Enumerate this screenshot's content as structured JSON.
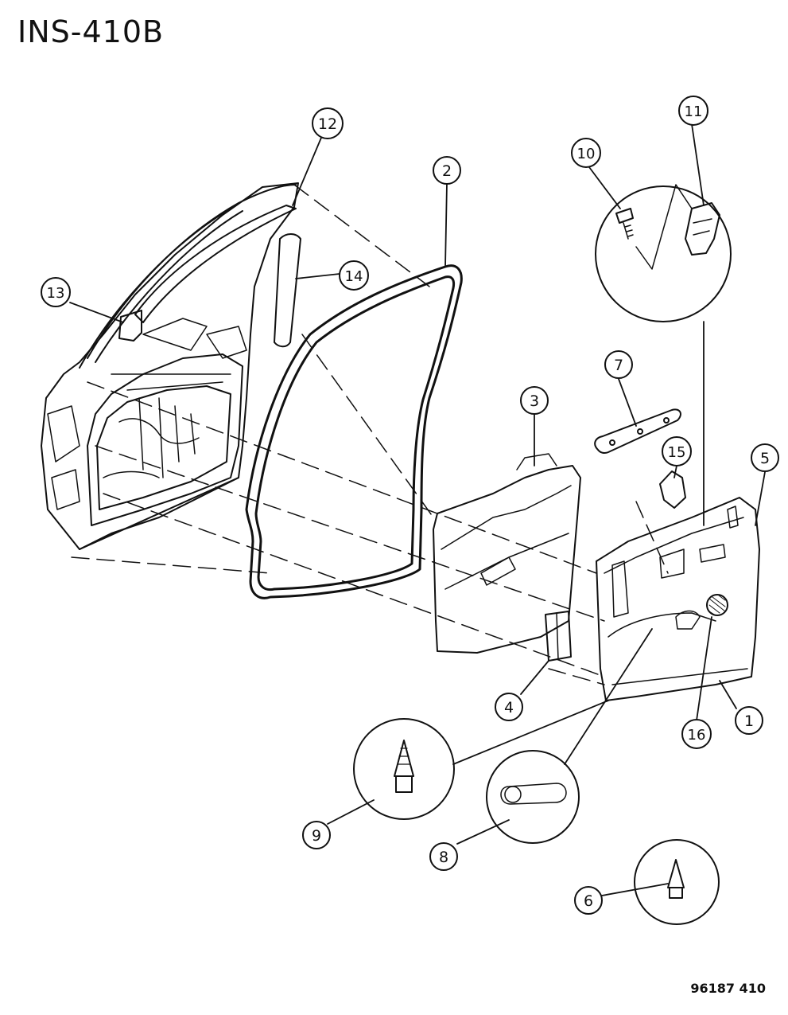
{
  "diagram": {
    "title": "INS-410B",
    "code": "96187 410",
    "callouts": [
      {
        "id": "c1",
        "label": "1"
      },
      {
        "id": "c2",
        "label": "2"
      },
      {
        "id": "c3",
        "label": "3"
      },
      {
        "id": "c4",
        "label": "4"
      },
      {
        "id": "c5",
        "label": "5"
      },
      {
        "id": "c6",
        "label": "6"
      },
      {
        "id": "c7",
        "label": "7"
      },
      {
        "id": "c8",
        "label": "8"
      },
      {
        "id": "c9",
        "label": "9"
      },
      {
        "id": "c10",
        "label": "10"
      },
      {
        "id": "c11",
        "label": "11"
      },
      {
        "id": "c12",
        "label": "12"
      },
      {
        "id": "c13",
        "label": "13"
      },
      {
        "id": "c14",
        "label": "14"
      },
      {
        "id": "c15",
        "label": "15"
      },
      {
        "id": "c16",
        "label": "16"
      }
    ],
    "ink_color": "#111111"
  }
}
